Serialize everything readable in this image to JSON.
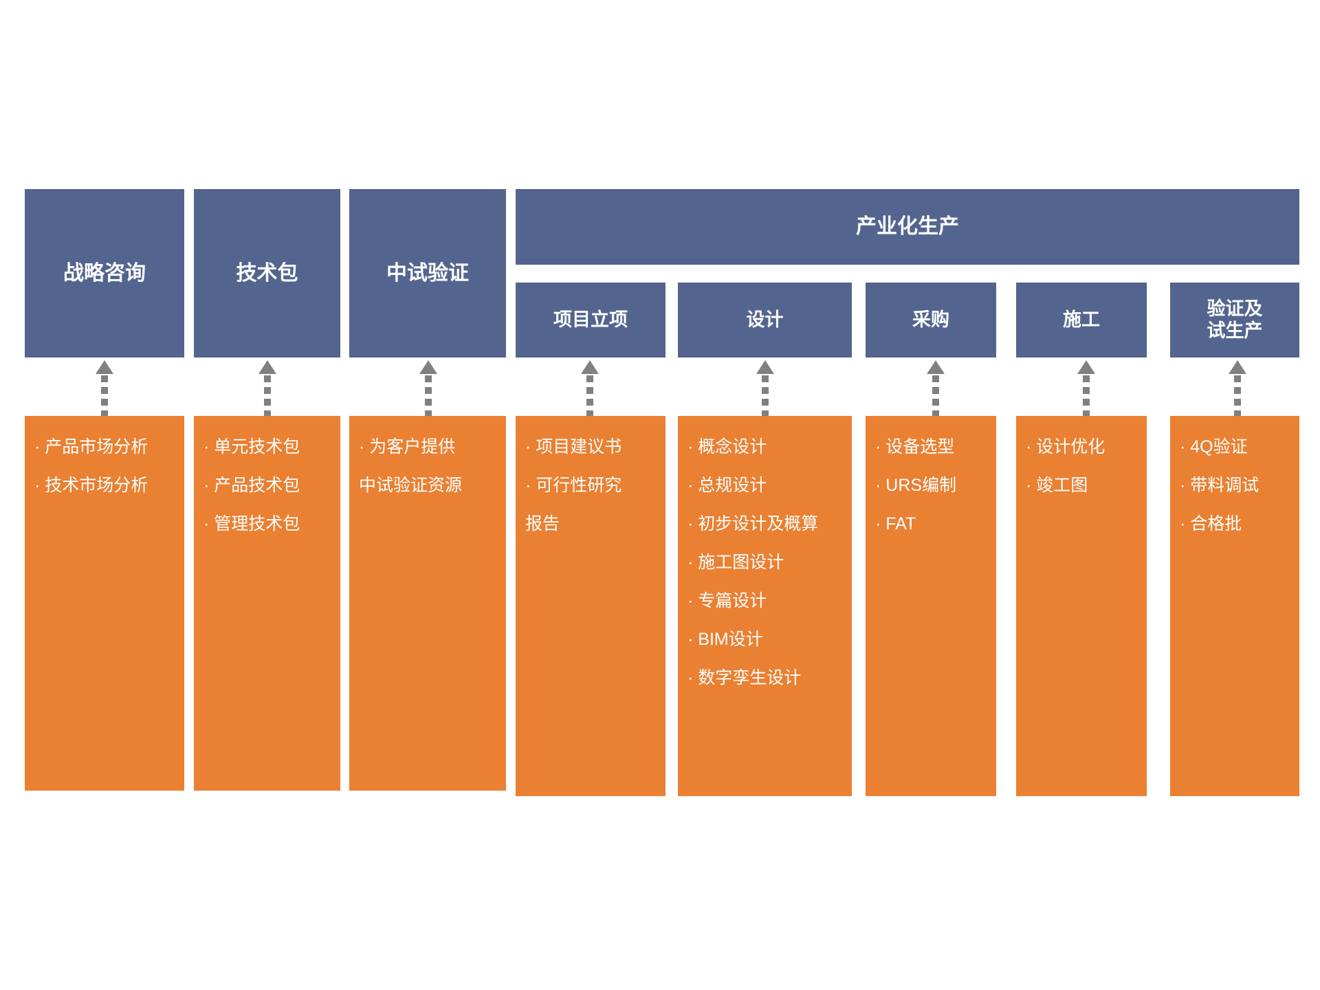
{
  "diagram": {
    "title_top_level": [
      {
        "label": "战略咨询"
      },
      {
        "label": "技术包"
      },
      {
        "label": "中试验证"
      }
    ],
    "group_header": {
      "label": "产业化生产"
    },
    "sub_stages": [
      {
        "label": "项目立项"
      },
      {
        "label": "设计"
      },
      {
        "label": "采购"
      },
      {
        "label": "施工"
      },
      {
        "label": "验证及\n试生产"
      },
      {
        "label_line1": "验证及",
        "label_line2": "试生产"
      }
    ],
    "columns": [
      {
        "stage": "战略咨询",
        "items": [
          {
            "bullet": "·",
            "text": "产品市场分析"
          },
          {
            "bullet": "·",
            "text": "技术市场分析"
          }
        ]
      },
      {
        "stage": "技术包",
        "items": [
          {
            "bullet": "·",
            "text": "单元技术包"
          },
          {
            "bullet": "·",
            "text": "产品技术包"
          },
          {
            "bullet": "·",
            "text": "管理技术包"
          }
        ]
      },
      {
        "stage": "中试验证",
        "items": [
          {
            "bullet": "·",
            "text": "为客户提供"
          },
          {
            "bullet": "",
            "text": "中试验证资源"
          }
        ]
      },
      {
        "stage": "项目立项",
        "items": [
          {
            "bullet": "·",
            "text": "项目建议书"
          },
          {
            "bullet": "·",
            "text": "可行性研究"
          },
          {
            "bullet": "",
            "text": "报告"
          }
        ]
      },
      {
        "stage": "设计",
        "items": [
          {
            "bullet": "·",
            "text": "概念设计"
          },
          {
            "bullet": "·",
            "text": "总规设计"
          },
          {
            "bullet": "·",
            "text": "初步设计及概算"
          },
          {
            "bullet": "·",
            "text": "施工图设计"
          },
          {
            "bullet": "·",
            "text": "专篇设计"
          },
          {
            "bullet": "·",
            "text": "BIM设计"
          },
          {
            "bullet": "·",
            "text": "数字孪生设计"
          }
        ]
      },
      {
        "stage": "采购",
        "items": [
          {
            "bullet": "·",
            "text": "设备选型"
          },
          {
            "bullet": "·",
            "text": "URS编制"
          },
          {
            "bullet": "·",
            "text": "FAT"
          }
        ]
      },
      {
        "stage": "施工",
        "items": [
          {
            "bullet": "·",
            "text": "设计优化"
          },
          {
            "bullet": "·",
            "text": "竣工图"
          }
        ]
      },
      {
        "stage": "验证及试生产",
        "items": [
          {
            "bullet": "·",
            "text": "4Q验证"
          },
          {
            "bullet": "·",
            "text": "带料调试"
          },
          {
            "bullet": "·",
            "text": "合格批"
          }
        ]
      }
    ],
    "colors": {
      "blue": "#53658F",
      "orange": "#EA8032",
      "arrow": "#808080",
      "text_on_fill": "#FFFFFF",
      "background": "#FFFFFF"
    }
  }
}
